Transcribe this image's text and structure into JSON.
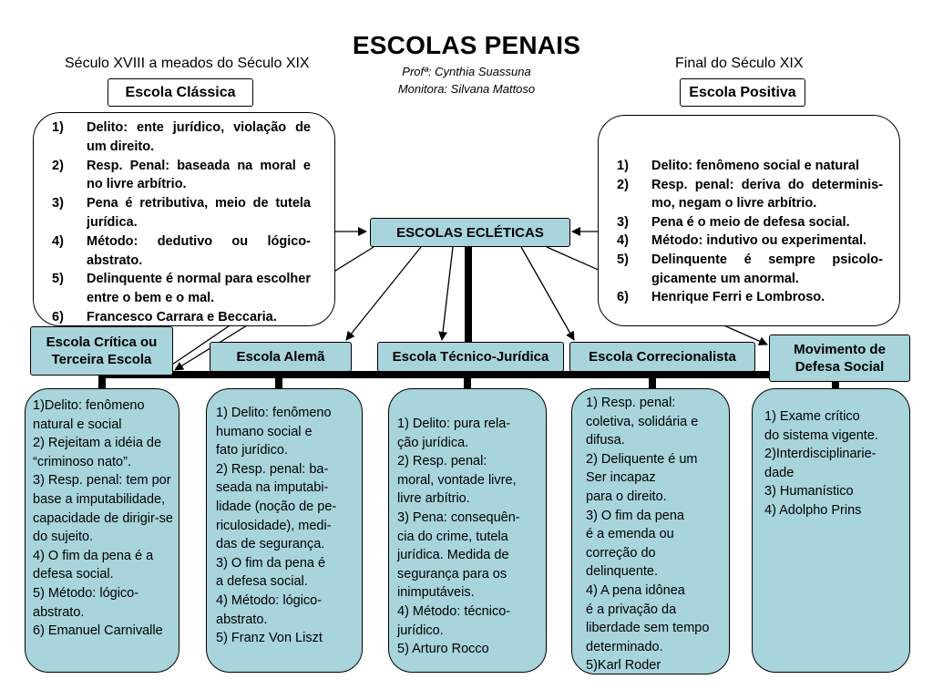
{
  "header": {
    "title": "ESCOLAS PENAIS",
    "professor": "Profª: Cynthia Suassuna",
    "monitor": "Monitora: Silvana Mattoso",
    "left_period": "Século XVIII a meados do Século XIX",
    "right_period": "Final do Século XIX"
  },
  "classica": {
    "label": "Escola Clássica",
    "items": [
      {
        "num": "1)",
        "text": "Delito: ente jurídico, violação de um direito."
      },
      {
        "num": "2)",
        "text": "Resp. Penal: baseada na moral e no livre arbítrio."
      },
      {
        "num": "3)",
        "text": "Pena é retributiva, meio de tutela jurídica."
      },
      {
        "num": "4)",
        "text": "Método: dedutivo ou lógico-abstrato."
      },
      {
        "num": "5)",
        "text": "Delinquente é normal para escolher entre o bem e o mal."
      },
      {
        "num": "6)",
        "text": "Francesco Carrara e Beccaria."
      }
    ]
  },
  "positiva": {
    "label": "Escola Positiva",
    "items": [
      {
        "num": "1)",
        "text": "Delito: fenômeno social e natural"
      },
      {
        "num": "2)",
        "text": "Resp. penal: deriva do determinis- mo, negam o livre arbítrio."
      },
      {
        "num": "3)",
        "text": "Pena é o meio de defesa social."
      },
      {
        "num": "4)",
        "text": "Método: indutivo ou experimental."
      },
      {
        "num": "5)",
        "text": "Delinquente é sempre psicolo- gicamente um anormal."
      },
      {
        "num": "6)",
        "text": "Henrique Ferri e Lombroso."
      }
    ]
  },
  "ecleticas": {
    "label": "ESCOLAS ECLÉTICAS"
  },
  "schools": [
    {
      "label": "Escola Crítica ou Terceira Escola",
      "lines": [
        "1)Delito: fenômeno",
        "natural e social",
        "2) Rejeitam a idéia de",
        " “criminoso nato”.",
        "3) Resp. penal: tem por",
        "base  a imputabilidade,",
        "capacidade de dirigir-se",
        "do sujeito.",
        "4) O fim da pena é a",
        "defesa social.",
        "5) Método: lógico-",
        "abstrato.",
        "6) Emanuel Carnivalle"
      ]
    },
    {
      "label": "Escola Alemã",
      "lines": [
        "1) Delito: fenômeno",
        "humano social e",
        "fato jurídico.",
        "2) Resp. penal: ba-",
        "seada na imputabi-",
        "lidade (noção de pe-",
        "riculosidade), medi-",
        "das de segurança.",
        "3) O fim da pena é",
        "a defesa social.",
        "4) Método: lógico-",
        "abstrato.",
        "5) Franz Von Liszt"
      ]
    },
    {
      "label": "Escola Técnico-Jurídica",
      "lines": [
        "1) Delito: pura rela-",
        "ção jurídica.",
        "2) Resp. penal:",
        "moral, vontade livre,",
        "livre arbítrio.",
        "3) Pena: consequên-",
        "cia do crime, tutela",
        " jurídica. Medida de",
        "segurança para os",
        "inimputáveis.",
        "4) Método: técnico-",
        "jurídico.",
        "5) Arturo Rocco"
      ]
    },
    {
      "label": "Escola Correcionalista",
      "lines": [
        "1) Resp. penal:",
        "coletiva, solidária e",
        "difusa.",
        "2) Deliquente é um",
        "Ser incapaz",
        "para o direito.",
        "3) O fim da pena",
        " é a emenda ou",
        "correção do",
        "delinquente.",
        "4) A pena idônea",
        " é a privação da",
        "liberdade sem tempo",
        "determinado.",
        "5)Karl Roder"
      ]
    },
    {
      "label": "Movimento de Defesa Social",
      "lines": [
        "1) Exame crítico",
        " do sistema vigente.",
        "2)Interdisciplinarie-",
        "dade",
        "3) Humanístico",
        "4) Adolpho Prins"
      ]
    }
  ],
  "colors": {
    "teal": "#a8d4dc",
    "border": "#000000"
  }
}
